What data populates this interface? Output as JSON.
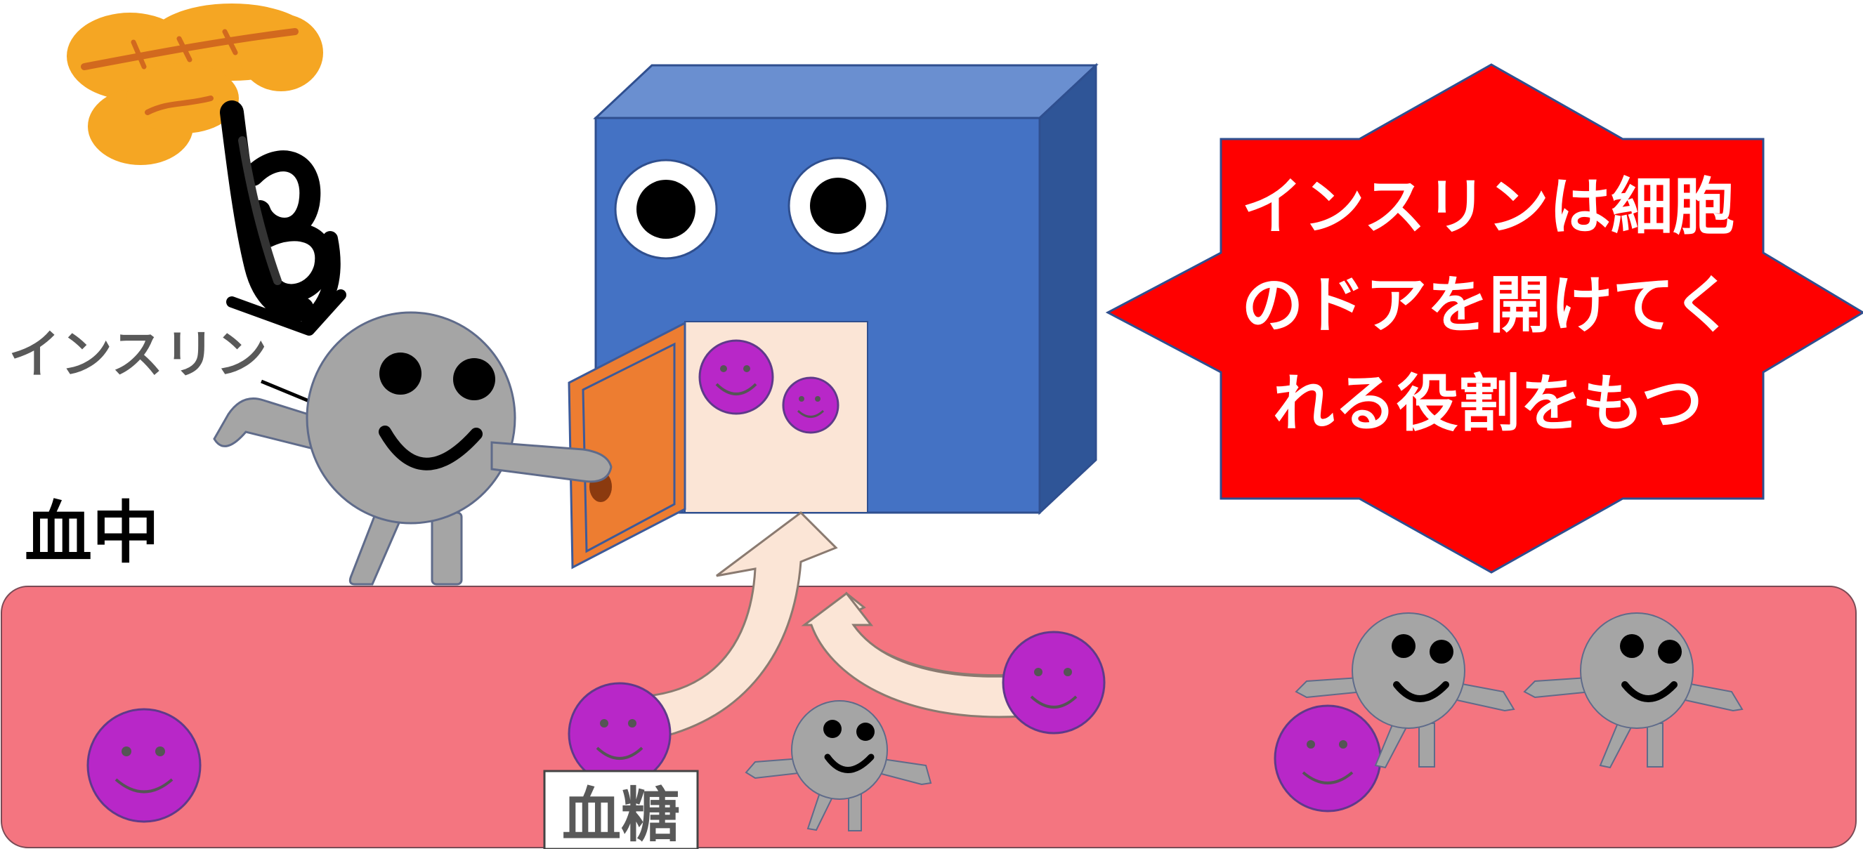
{
  "labels": {
    "insulin": "インスリン",
    "blood": "血中",
    "blood_sugar": "血糖"
  },
  "callout": {
    "lines": [
      "インスリンは細胞",
      "のドアを開けてく",
      "れる役割をもつ"
    ]
  },
  "colors": {
    "vessel": "#F47580",
    "cell_front": "#4472C4",
    "cell_top": "#6A8FD0",
    "cell_side": "#2F5597",
    "door": "#ED7D31",
    "cell_interior": "#FBE5D6",
    "sugar": "#B827C8",
    "insulin": "#A5A5A5",
    "pancreas": "#F5A623",
    "callout": "#FF0000",
    "arrow": "#FBE5D6"
  },
  "icons": [
    "pancreas-icon",
    "scribble-arrow-icon"
  ]
}
